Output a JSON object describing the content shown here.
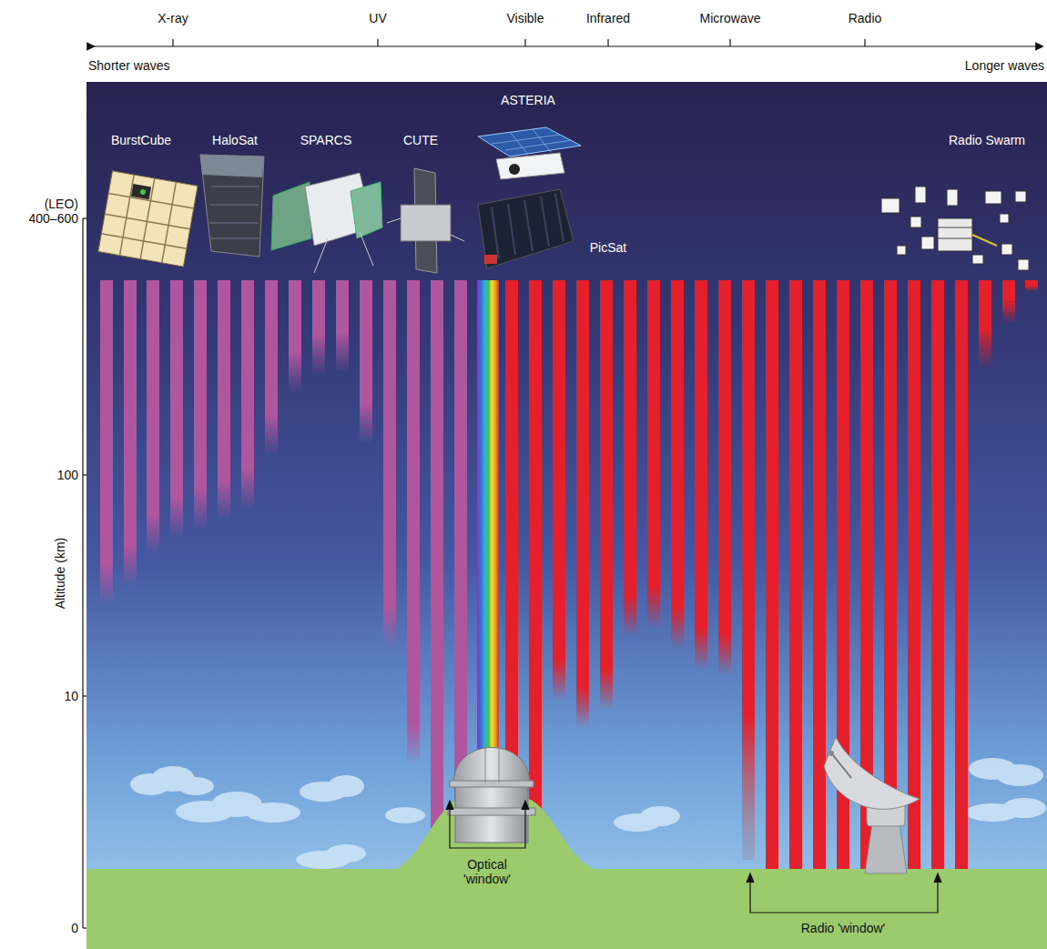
{
  "diagram": {
    "labels": [
      "X-ray",
      "UV",
      "Visible",
      "Infrared",
      "Microwave",
      "Radio",
      "Shorter waves",
      "Longer waves",
      "ASTERIA",
      "BurstCube",
      "HaloSat",
      "SPARCS",
      "CUTE",
      "Radio Swarm",
      "PicSat",
      "(LEO)",
      "400–600",
      "100",
      "10",
      "0",
      "Altitude (km)",
      "Optical 'window'",
      "Radio 'window'"
    ]
  }
}
